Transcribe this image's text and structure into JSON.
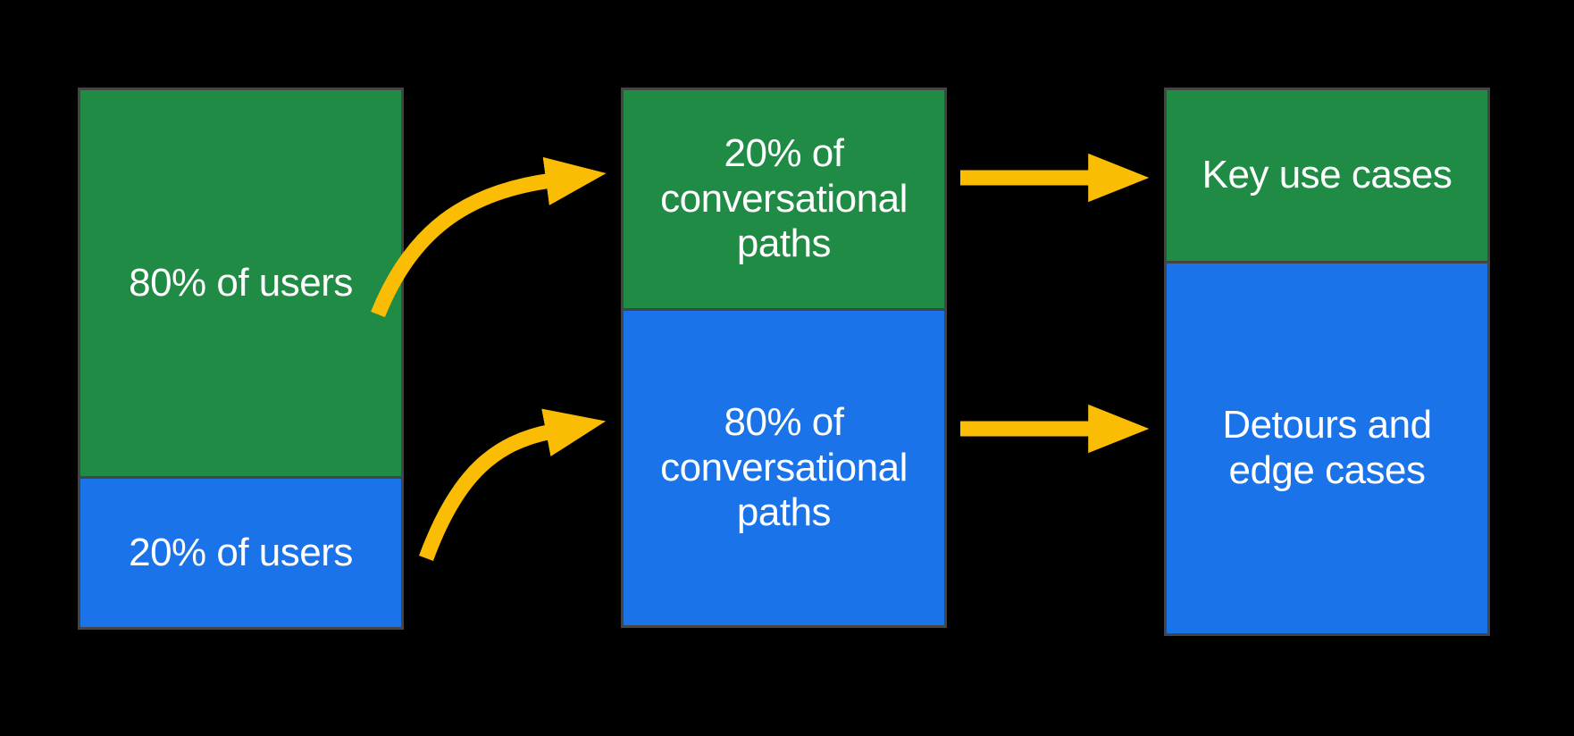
{
  "diagram": {
    "colors": {
      "background": "#000000",
      "green": "#208b44",
      "blue": "#1a73e8",
      "yellow": "#fbbc04",
      "border": "#454545",
      "text": "#ffffff"
    },
    "columns": [
      {
        "id": "users",
        "segments": [
          {
            "color": "green",
            "percent": 80,
            "label": "80% of users"
          },
          {
            "color": "blue",
            "percent": 20,
            "label": "20% of users"
          }
        ]
      },
      {
        "id": "conversational-paths",
        "segments": [
          {
            "color": "green",
            "percent": 20,
            "label": "20% of conversational paths"
          },
          {
            "color": "blue",
            "percent": 80,
            "label": "80% of conversational paths"
          }
        ]
      },
      {
        "id": "outcomes",
        "segments": [
          {
            "color": "green",
            "label": "Key use cases"
          },
          {
            "color": "blue",
            "label": "Detours and edge cases"
          }
        ]
      }
    ],
    "arrows": [
      {
        "id": "users-80-to-paths-20",
        "shape": "curved",
        "from": "80% of users",
        "to": "20% of conversational paths"
      },
      {
        "id": "users-20-to-paths-80",
        "shape": "curved",
        "from": "20% of users",
        "to": "80% of conversational paths"
      },
      {
        "id": "paths-20-to-key-cases",
        "shape": "straight",
        "from": "20% of conversational paths",
        "to": "Key use cases"
      },
      {
        "id": "paths-80-to-detours",
        "shape": "straight",
        "from": "80% of conversational paths",
        "to": "Detours and edge cases"
      }
    ]
  }
}
